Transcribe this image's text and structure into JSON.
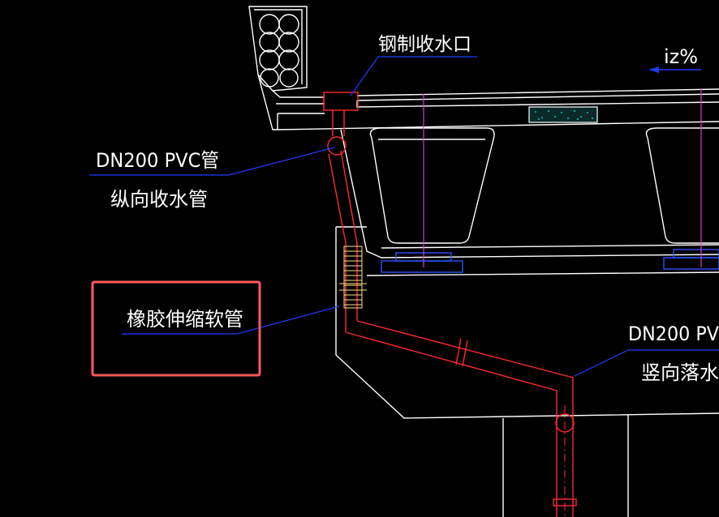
{
  "labels": {
    "steel_inlet": "钢制收水口",
    "slope": "iz%",
    "pvc_pipe": "DN200 PVC管",
    "longitudinal_pipe": "纵向收水管",
    "rubber_hose": "橡胶伸缩软管",
    "pvc_truncated": "DN200 PV",
    "vertical_pipe": "竖向落水管"
  },
  "colors": {
    "background": "#000000",
    "outline": "#ffffff",
    "pipe": "#ff2a2a",
    "leader": "#1f3cff",
    "centerline": "#d23cd2",
    "highlight_box": "#ff5a5a",
    "hose": "#ffe080",
    "aggregate": "#00c8c8"
  }
}
